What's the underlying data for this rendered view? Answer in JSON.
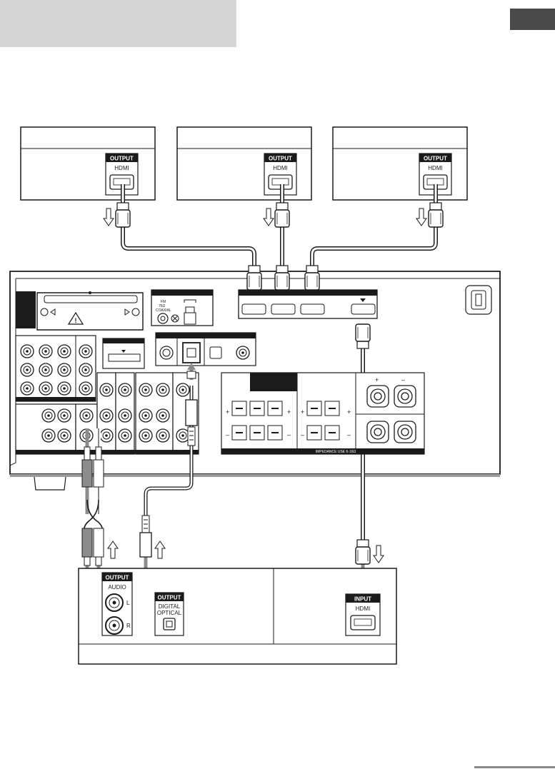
{
  "connectors": {
    "output_label": "OUTPUT",
    "input_label": "INPUT",
    "hdmi_label": "HDMI",
    "audio_label": "AUDIO",
    "digital_label": "DIGITAL",
    "optical_label": "OPTICAL",
    "left_channel": "L",
    "right_channel": "R"
  },
  "receiver": {
    "fm_label": "FM",
    "coaxial_label_1": "75Ω",
    "coaxial_label_2": "COAXIAL",
    "impedance_label": "IMPEDANCE USE 6-16Ω"
  },
  "colors": {
    "panel_gray": "#d6d6d6",
    "tab_dark": "#4a4a4a",
    "cable_gray": "#8c8c8c",
    "line": "#1a1a1a"
  }
}
